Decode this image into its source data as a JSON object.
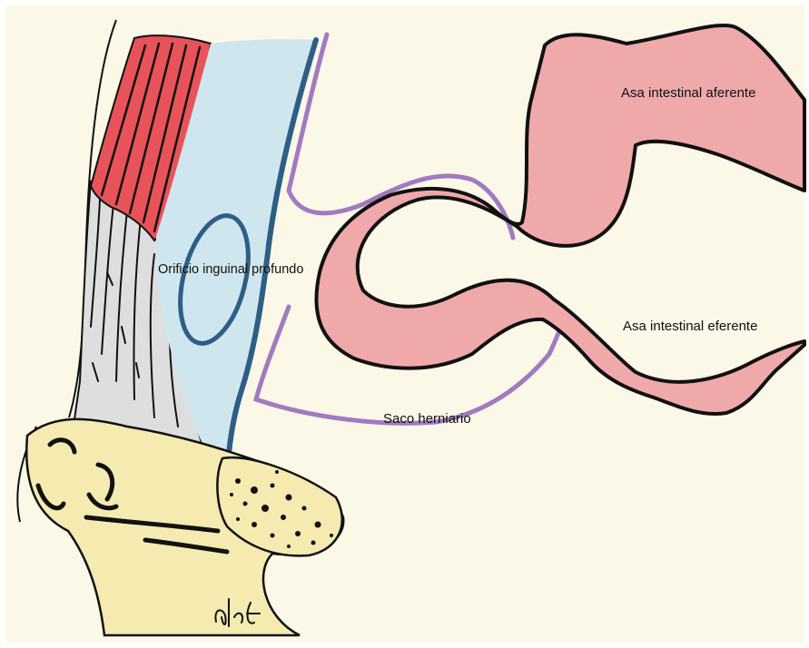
{
  "labels": {
    "afferent_loop": "Asa intestinal aferente",
    "efferent_loop": "Asa intestinal eferente",
    "deep_inguinal_ring": "Orificio inguinal profundo",
    "hernia_sac": "Saco herniario"
  },
  "signature": "drdf",
  "colors": {
    "background": "#fcf8e8",
    "muscle": "#e8535a",
    "aponeurosis": "#dedede",
    "transversalis_fascia": "#cfe6ef",
    "fascia_outline": "#2d5f86",
    "peritoneum_sac": "#a27ac0",
    "intestine": "#f0a9ab",
    "bone": "#f5eaaf",
    "outline": "#111111"
  }
}
